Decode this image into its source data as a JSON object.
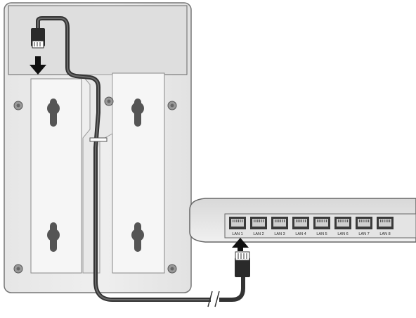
{
  "router": {
    "ports": [
      {
        "label": "LAN 1"
      },
      {
        "label": "LAN 2"
      },
      {
        "label": "LAN 3"
      },
      {
        "label": "LAN 4"
      },
      {
        "label": "LAN 5"
      },
      {
        "label": "LAN 6"
      },
      {
        "label": "LAN 7"
      },
      {
        "label": "LAN 8"
      }
    ],
    "connected_port": "LAN 1"
  },
  "colors": {
    "device_body": "#ececec",
    "device_panel": "#dcdcdc",
    "cable": "#3a3a3a",
    "outline": "#555555"
  }
}
